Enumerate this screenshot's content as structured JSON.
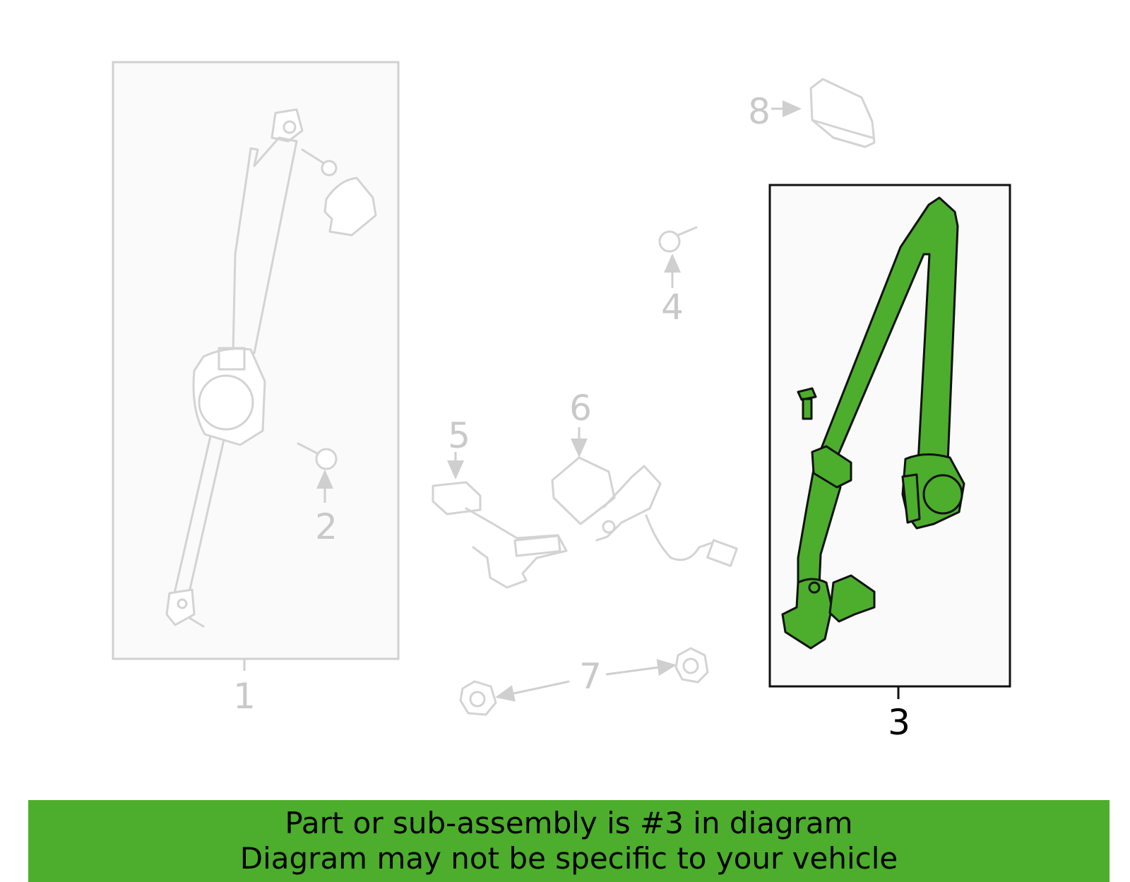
{
  "callouts": {
    "c1": "1",
    "c2": "2",
    "c3": "3",
    "c4": "4",
    "c5": "5",
    "c6": "6",
    "c7": "7",
    "c8": "8"
  },
  "highlighted_part": "3",
  "colors": {
    "highlight": "#4cae2c",
    "ghost": "#d3d3d3",
    "banner": "#4cae2c"
  },
  "banner": {
    "line1": "Part or sub-assembly is #3 in diagram",
    "line2": "Diagram may not be specific to your vehicle"
  }
}
